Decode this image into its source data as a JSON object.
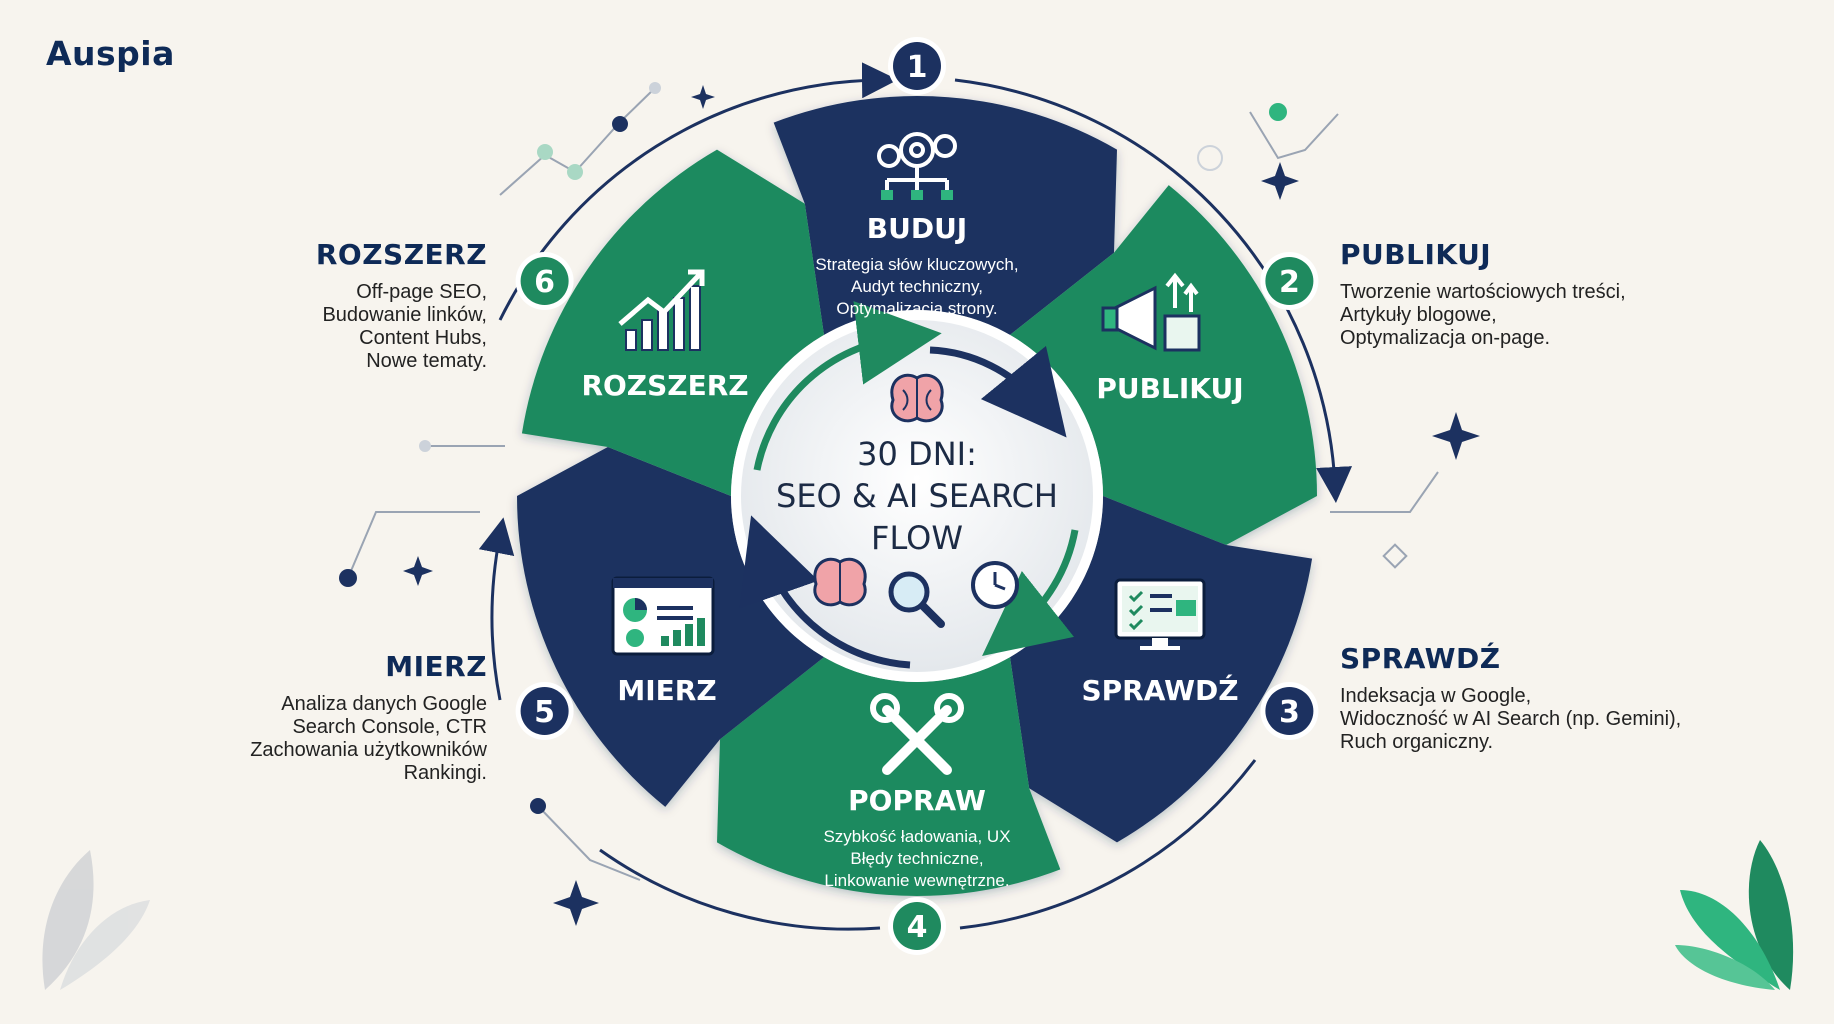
{
  "brand": {
    "name": "Auspia"
  },
  "colors": {
    "navy": "#1c3160",
    "green": "#1f8a5f",
    "green_light": "#2fb57f",
    "background": "#f7f4ee"
  },
  "center": {
    "title_lines": [
      "30 DNI:",
      "SEO & AI SEARCH",
      "FLOW"
    ],
    "icons": [
      "brain-icon",
      "brain-icon",
      "magnifier-icon",
      "clock-icon"
    ]
  },
  "steps": [
    {
      "number": "1",
      "label": "BUDUJ",
      "icon": "gears-hierarchy-icon",
      "color": "navy",
      "inner_lines": [
        "Strategia słów kluczowych,",
        "Audyt techniczny,",
        "Optymalizacja strony."
      ]
    },
    {
      "number": "2",
      "label": "PUBLIKUJ",
      "icon": "megaphone-icon",
      "color": "green",
      "title": "PUBLIKUJ",
      "lines": [
        "Tworzenie wartościowych treści,",
        "Artykuły blogowe,",
        "Optymalizacja on-page."
      ]
    },
    {
      "number": "3",
      "label": "SPRAWDŹ",
      "icon": "monitor-checklist-icon",
      "color": "navy",
      "title": "SPRAWDŹ",
      "lines": [
        "Indeksacja w Google,",
        "Widoczność w AI Search (np. Gemini),",
        "Ruch organiczny."
      ]
    },
    {
      "number": "4",
      "label": "POPRAW",
      "icon": "wrench-screwdriver-icon",
      "color": "green",
      "inner_lines": [
        "Szybkość ładowania, UX",
        "Błędy techniczne,",
        "Linkowanie wewnętrzne."
      ]
    },
    {
      "number": "5",
      "label": "MIERZ",
      "icon": "analytics-dashboard-icon",
      "color": "navy",
      "title": "MIERZ",
      "lines": [
        "Analiza danych Google",
        "Search Console, CTR",
        "Zachowania użytkowników",
        "Rankingi."
      ]
    },
    {
      "number": "6",
      "label": "ROZSZERZ",
      "icon": "growth-chart-icon",
      "color": "green",
      "title": "ROZSZERZ",
      "lines": [
        "Off-page SEO,",
        "Budowanie linków,",
        "Content Hubs,",
        "Nowe tematy."
      ]
    }
  ]
}
